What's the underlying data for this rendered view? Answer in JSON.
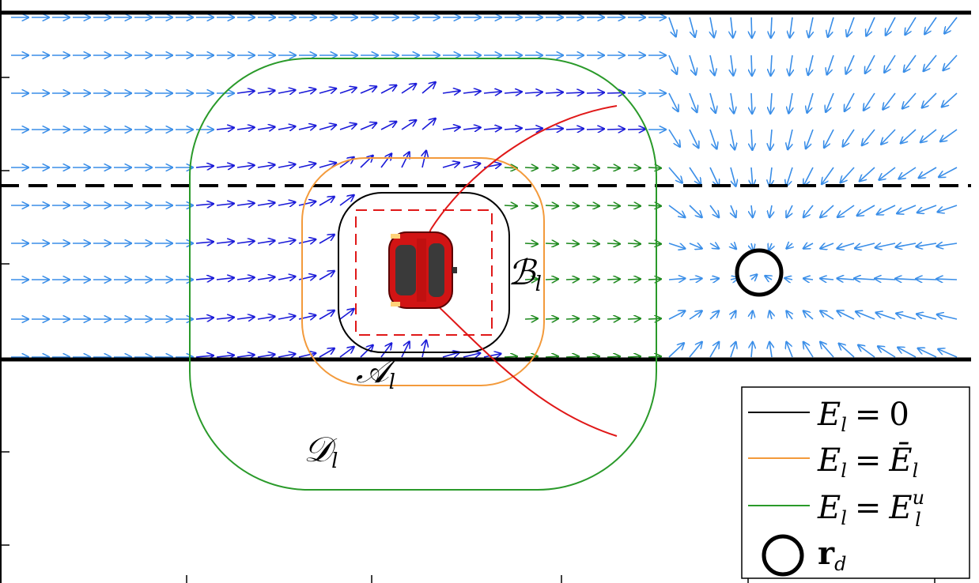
{
  "colors": {
    "arrow_far": "#3a8ee8",
    "arrow_near": "#1a1ad8",
    "arrow_inside": "#1f8a1f",
    "curve_zero": "#000000",
    "curve_bar": "#f39a3b",
    "curve_upper": "#2a9a2a",
    "trajectory": "#e01818",
    "car_body": "#d11414",
    "target": "#000000"
  },
  "region_labels": {
    "A": {
      "main": "𝒜",
      "sub": "l"
    },
    "B": {
      "main": "ℬ",
      "sub": "l"
    },
    "D": {
      "main": "𝒟",
      "sub": "l"
    }
  },
  "legend": {
    "position": "bottom-right",
    "entries": [
      {
        "key": "zero",
        "lhs": "E",
        "sub": "l",
        "rel": "=",
        "rhs": "0",
        "rhs_sub": "",
        "rhs_sup": "",
        "rhs_bar": false,
        "style": "line",
        "color": "#000000"
      },
      {
        "key": "bar",
        "lhs": "E",
        "sub": "l",
        "rel": "=",
        "rhs": "Ē",
        "rhs_sub": "l",
        "rhs_sup": "",
        "rhs_bar": true,
        "style": "line",
        "color": "#f39a3b"
      },
      {
        "key": "upper",
        "lhs": "E",
        "sub": "l",
        "rel": "=",
        "rhs": "E",
        "rhs_sub": "l",
        "rhs_sup": "u",
        "rhs_bar": false,
        "style": "line",
        "color": "#2a9a2a"
      },
      {
        "key": "target",
        "lhs": "r",
        "sub": "d",
        "rel": "",
        "rhs": "",
        "rhs_sub": "",
        "rhs_sup": "",
        "rhs_bar": false,
        "style": "circle",
        "color": "#000000"
      }
    ]
  },
  "icons": {
    "car": "car-top-view-icon",
    "target": "target-circle-icon"
  }
}
